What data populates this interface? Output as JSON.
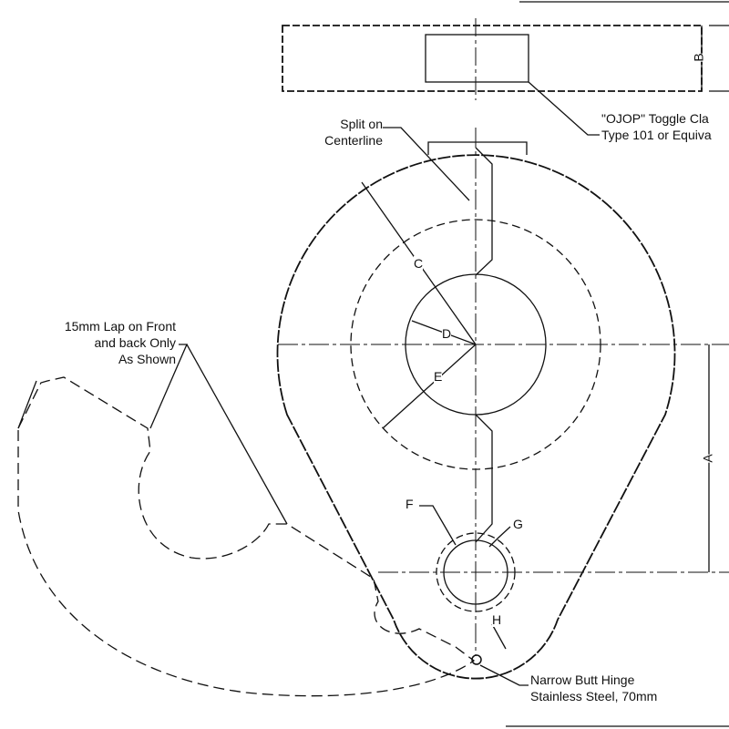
{
  "labels": {
    "clamp_line1": "\"OJOP\" Toggle Cla",
    "clamp_line2": "Type 101 or Equiva",
    "split_line1": "Split on",
    "split_line2": "Centerline",
    "lap_line1": "15mm Lap on Front",
    "lap_line2": "and back Only",
    "lap_line3": "As Shown",
    "hinge_line1": "Narrow Butt Hinge",
    "hinge_line2": "Stainless Steel, 70mm"
  },
  "dimensions": {
    "a": "A",
    "b": "B",
    "c": "C",
    "d": "D",
    "e": "E",
    "f": "F",
    "g": "G",
    "h": "H"
  },
  "colors": {
    "ink": "#111111",
    "paper": "#ffffff"
  }
}
